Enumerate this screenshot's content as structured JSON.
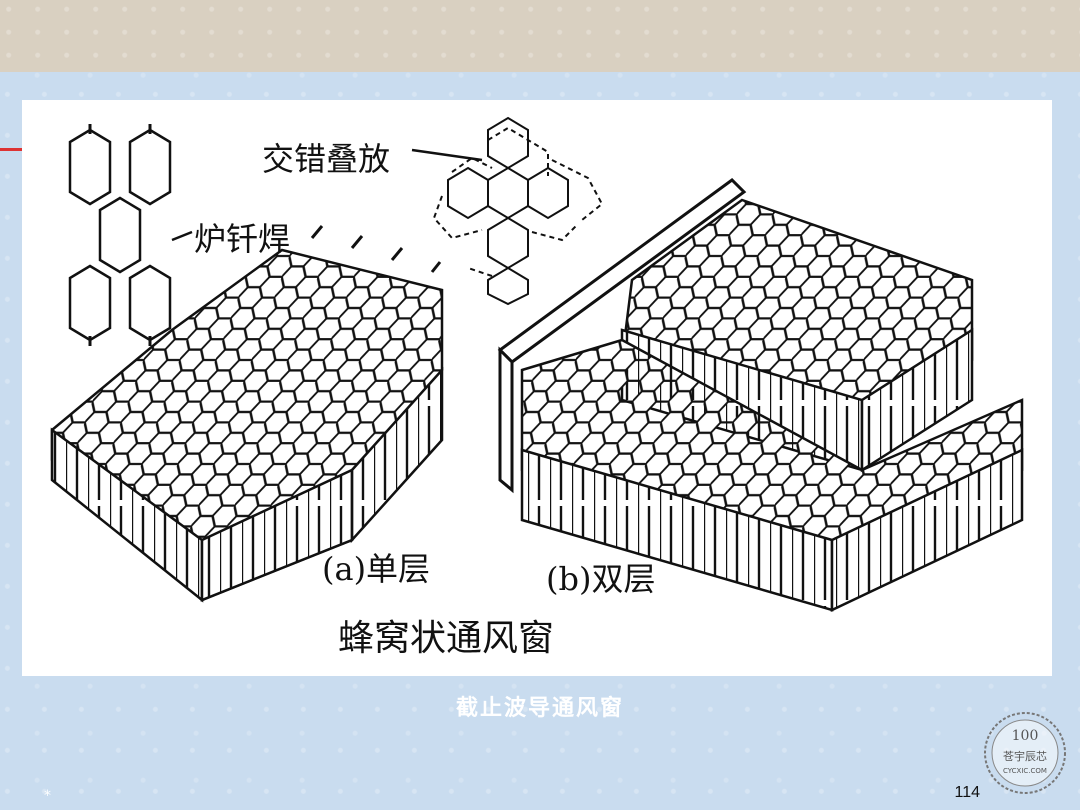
{
  "figure": {
    "label_stagger": "交错叠放",
    "label_brazing": "炉钎焊",
    "label_single": "(a)单层",
    "label_double": "(b)双层",
    "title": "蜂窝状通风窗"
  },
  "caption": "截止波导通风窗",
  "page_number": "114",
  "footer_mark": "*",
  "stamp": {
    "percent": "100",
    "name": "苍宇辰芯",
    "site": "CYCXIC.COM"
  }
}
